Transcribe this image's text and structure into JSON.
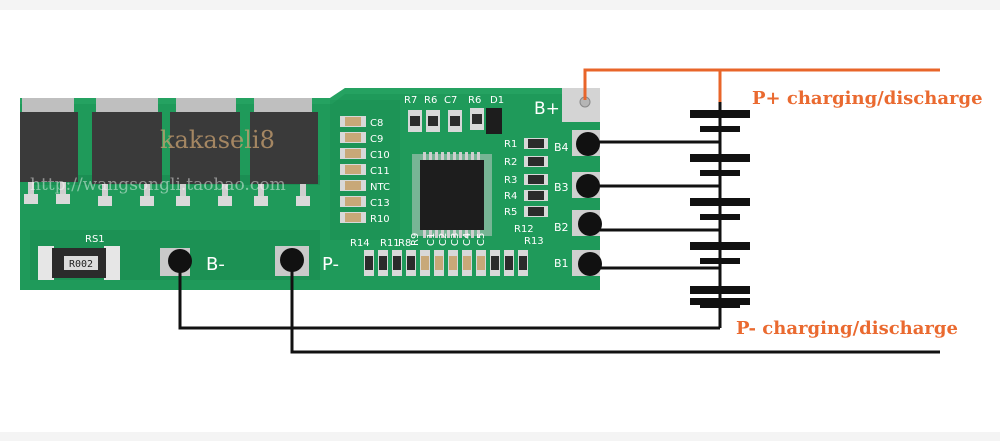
{
  "colors": {
    "pcb": "#1f9a5a",
    "pcb_dark": "#17824b",
    "wire_black": "#111111",
    "wire_orange": "#e8652a",
    "label_orange": "#ea6a30",
    "silk": "#ffffff"
  },
  "labels": {
    "p_plus": "P+ charging/discharge",
    "p_minus": "P- charging/discharge"
  },
  "board": {
    "terminals": {
      "b_plus": "B+",
      "b4": "B4",
      "b3": "B3",
      "b2": "B2",
      "b1": "B1",
      "b_minus": "B-",
      "p_minus": "P-"
    },
    "resistor_rs1": {
      "label": "RS1",
      "marking": "R002"
    },
    "top_labels": [
      "R7",
      "R6",
      "C7",
      "R6",
      "D1"
    ],
    "cap_labels": [
      "C8",
      "C9",
      "C10",
      "C11",
      "NTC",
      "C13",
      "R10"
    ],
    "right_labels": [
      "R1",
      "R2",
      "R3",
      "R4",
      "R5",
      "R12"
    ],
    "bottom_labels": [
      "R14",
      "R11",
      "R8",
      "C4",
      "C3",
      "C2",
      "C1",
      "C5",
      "R13",
      "R9"
    ]
  },
  "watermark": {
    "line1": "kakaseli8",
    "line2": "http://wangsongli.taobao.com"
  }
}
